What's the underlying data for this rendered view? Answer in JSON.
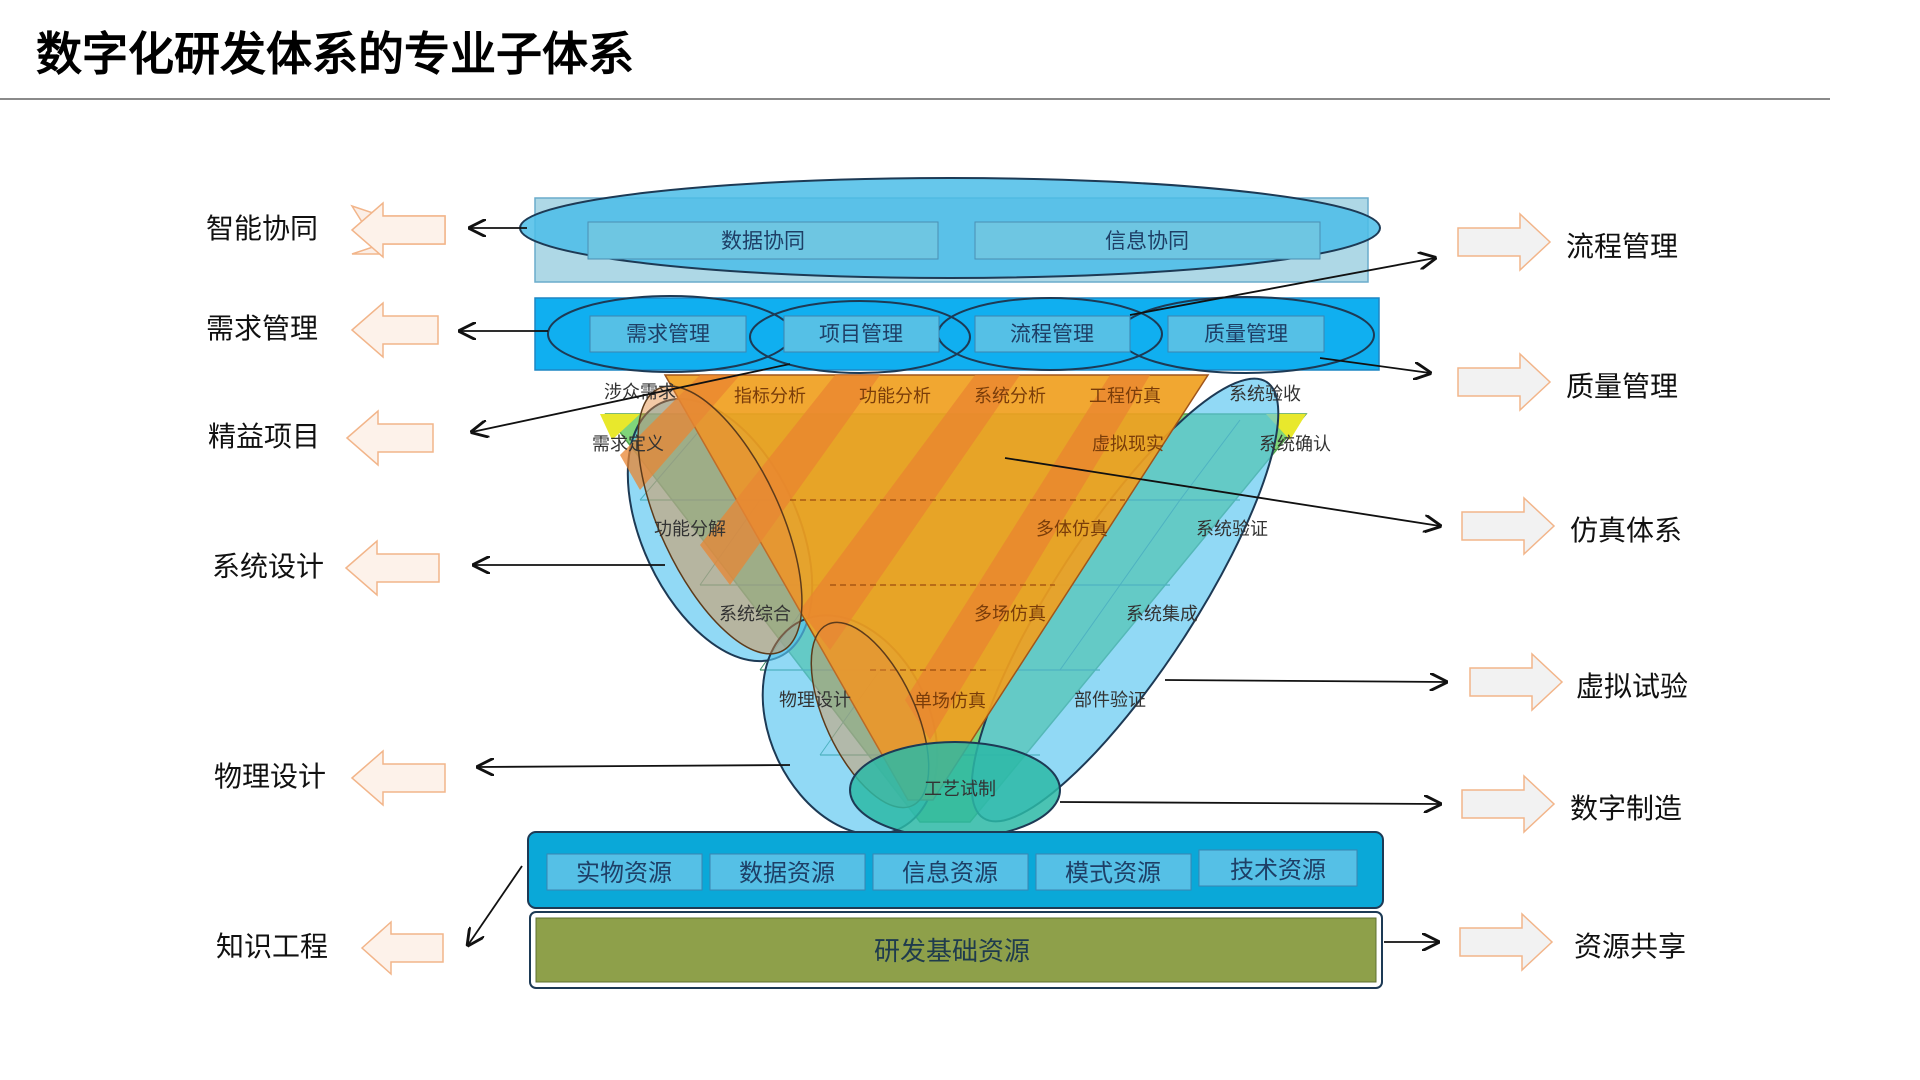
{
  "title": "数字化研发体系的专业子体系",
  "left_labels": [
    "智能协同",
    "需求管理",
    "精益项目",
    "系统设计",
    "物理设计",
    "知识工程"
  ],
  "right_labels": [
    "流程管理",
    "质量管理",
    "仿真体系",
    "虚拟试验",
    "数字制造",
    "资源共享"
  ],
  "top_row": [
    "数据协同",
    "信息协同"
  ],
  "second_row": [
    "需求管理",
    "项目管理",
    "流程管理",
    "质量管理"
  ],
  "v_top": [
    "涉众需求",
    "指标分析",
    "功能分析",
    "系统分析",
    "工程仿真",
    "系统验收"
  ],
  "v_left": [
    "需求定义",
    "功能分解",
    "系统综合",
    "物理设计"
  ],
  "v_right": [
    "系统确认",
    "系统验证",
    "系统集成",
    "部件验证"
  ],
  "v_center": [
    "虚拟现实",
    "多体仿真",
    "多场仿真",
    "单场仿真"
  ],
  "v_bottom": "工艺试制",
  "resources": [
    "实物资源",
    "数据资源",
    "信息资源",
    "模式资源",
    "技术资源"
  ],
  "base": "研发基础资源"
}
